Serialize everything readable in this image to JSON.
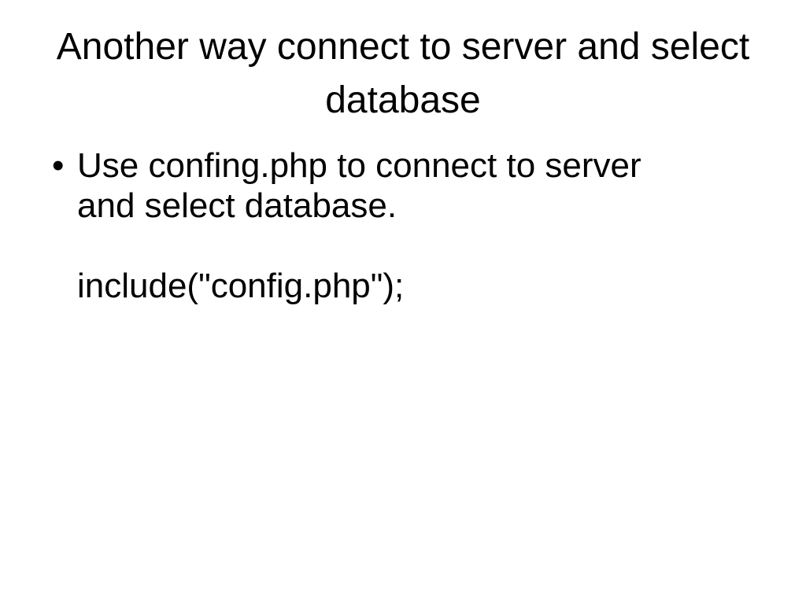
{
  "slide": {
    "background_color": "#ffffff",
    "text_color": "#000000",
    "title": "Another way connect to server and select database",
    "body": {
      "bullet_marker": "•",
      "bullet_item": "Use confing.php to connect to server and select database.",
      "blank_line": " ",
      "code_line": "include(\"config.php\");"
    }
  }
}
